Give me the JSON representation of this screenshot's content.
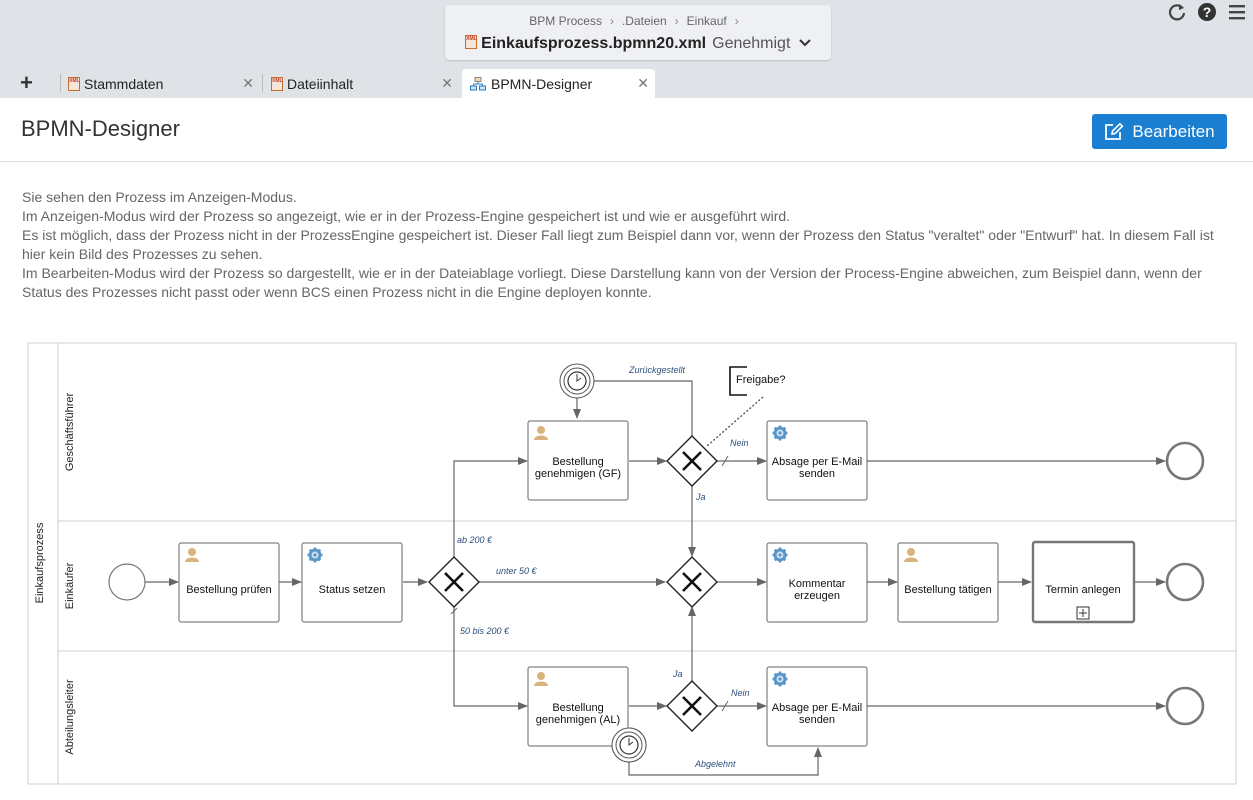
{
  "header": {
    "breadcrumb": [
      "BPM Process",
      ".Dateien",
      "Einkauf"
    ],
    "file_name": "Einkaufsprozess.bpmn20.xml",
    "file_status": "Genehmigt"
  },
  "tabs": [
    {
      "label": "Stammdaten"
    },
    {
      "label": "Dateiinhalt"
    },
    {
      "label": "BPMN-Designer"
    }
  ],
  "page": {
    "title": "BPMN-Designer",
    "edit_button": "Bearbeiten",
    "description": [
      "Sie sehen den Prozess im Anzeigen-Modus.",
      "Im Anzeigen-Modus wird der Prozess so angezeigt, wie er in der Prozess-Engine gespeichert ist und wie er ausgeführt wird.",
      "Es ist möglich, dass der Prozess nicht in der ProzessEngine gespeichert ist. Dieser Fall liegt zum Beispiel dann vor, wenn der Prozess den Status \"veraltet\" oder \"Entwurf\" hat. In diesem Fall ist hier kein Bild des Prozesses zu sehen.",
      "Im Bearbeiten-Modus wird der Prozess so dargestellt, wie er in der Dateiablage vorliegt. Diese Darstellung kann von der Version der Process-Engine abweichen, zum Beispiel dann, wenn der Status des Prozesses nicht passt oder wenn BCS einen Prozess nicht in die Engine deployen konnte."
    ]
  },
  "diagram": {
    "pool": "Einkaufsprozess",
    "lanes": {
      "gf": "Geschäftsführer",
      "ek": "Einkäufer",
      "al": "Abteilungsleiter"
    },
    "tasks": {
      "pruefen": "Bestellung prüfen",
      "status": "Status setzen",
      "gen_gf_1": "Bestellung",
      "gen_gf_2": "genehmigen (GF)",
      "absage_gf_1": "Absage per E-Mail",
      "absage_gf_2": "senden",
      "kommentar_1": "Kommentar",
      "kommentar_2": "erzeugen",
      "taetigen": "Bestellung tätigen",
      "termin": "Termin anlegen",
      "gen_al_1": "Bestellung",
      "gen_al_2": "genehmigen (AL)",
      "absage_al_1": "Absage per E-Mail",
      "absage_al_2": "senden"
    },
    "annotation": "Freigabe?",
    "flow_labels": {
      "zurueck": "Zurückgestellt",
      "nein_gf": "Nein",
      "ja_gf": "Ja",
      "ab200": "ab 200 €",
      "unter50": "unter 50 €",
      "b50_200": "50 bis 200 €",
      "ja_al": "Ja",
      "nein_al": "Nein",
      "abgelehnt": "Abgelehnt"
    }
  }
}
